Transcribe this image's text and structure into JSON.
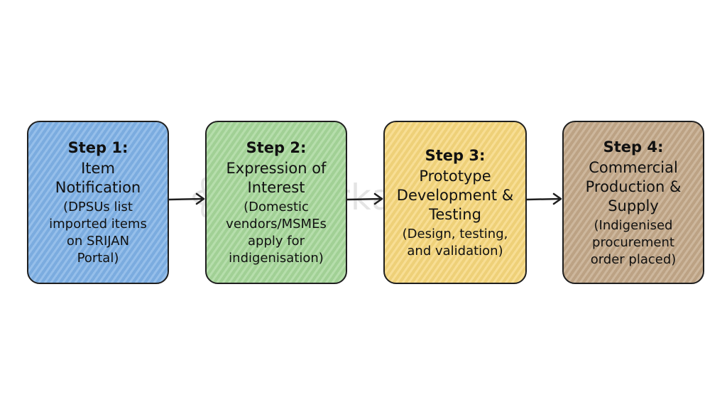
{
  "watermark": {
    "text": "superkalam"
  },
  "steps": [
    {
      "title": "Step 1:",
      "name": "Item\nNotification",
      "description": "(DPSUs list\nimported items\non SRIJAN\nPortal)",
      "color": "#7fb1e6"
    },
    {
      "title": "Step 2:",
      "name": "Expression of\nInterest",
      "description": "(Domestic\nvendors/MSMEs\napply for\nindigenisation)",
      "color": "#a6d79a"
    },
    {
      "title": "Step 3:",
      "name": "Prototype\nDevelopment &\nTesting",
      "description": "(Design, testing,\nand validation)",
      "color": "#f6d77c"
    },
    {
      "title": "Step 4:",
      "name": "Commercial\nProduction &\nSupply",
      "description": "(Indigenised\nprocurement\norder placed)",
      "color": "#c2a788"
    }
  ],
  "arrow_color": "#1f1f1f"
}
